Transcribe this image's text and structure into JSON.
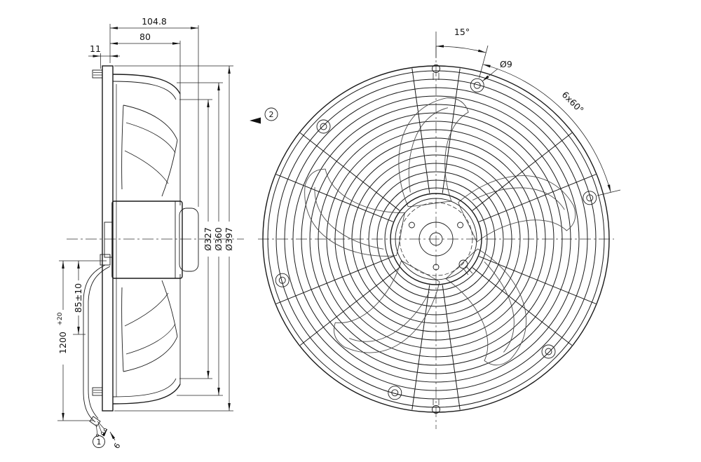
{
  "side_view": {
    "depth_total": "104.8",
    "housing_depth": "80",
    "flange_offset": "11",
    "impeller_dia": "Ø327",
    "venturi_dia": "Ø360",
    "plate_dia": "Ø397",
    "cable_exit_len": "85±10",
    "cable_len": "1200",
    "cable_len_tol": "+20",
    "item_callout": "1",
    "cable_callout": "6",
    "view_callout": "2"
  },
  "front_view": {
    "hole_offset_angle": "15°",
    "hole_dia": "Ø9",
    "hole_pattern": "6x60°"
  },
  "colors": {
    "line": "#1a1a1a",
    "background": "#ffffff"
  }
}
